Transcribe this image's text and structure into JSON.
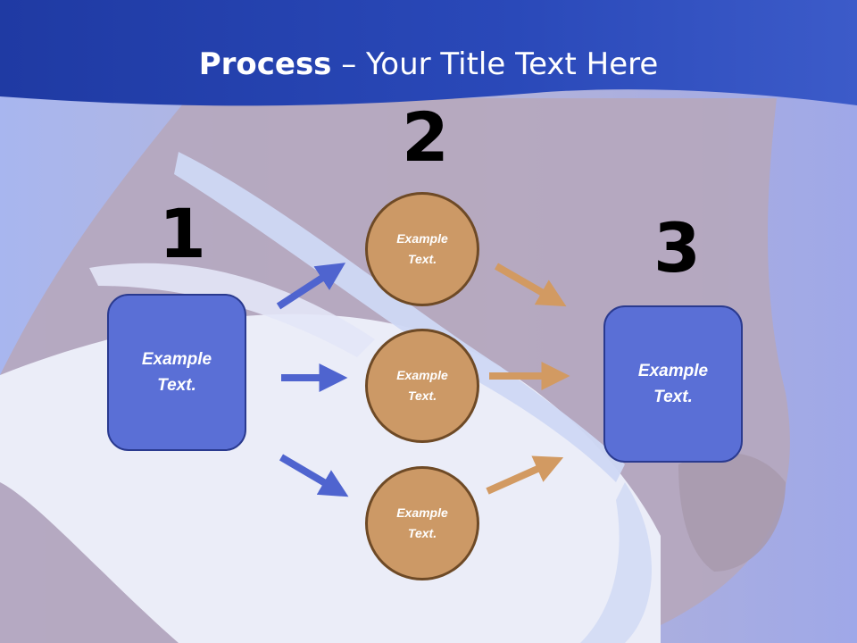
{
  "title": {
    "bold": "Process",
    "rest": " – Your Title Text Here"
  },
  "steps": [
    {
      "number": "1",
      "text": "Example\nText."
    },
    {
      "number": "2",
      "circles": [
        "Example\nText.",
        "Example\nText.",
        "Example\nText."
      ]
    },
    {
      "number": "3",
      "text": "Example\nText."
    }
  ],
  "colors": {
    "header": "#2d48b8",
    "box": "#5a6fd6",
    "circle": "#cc9966",
    "arrow_blue": "#4f64cf",
    "arrow_orange": "#d29a62"
  }
}
